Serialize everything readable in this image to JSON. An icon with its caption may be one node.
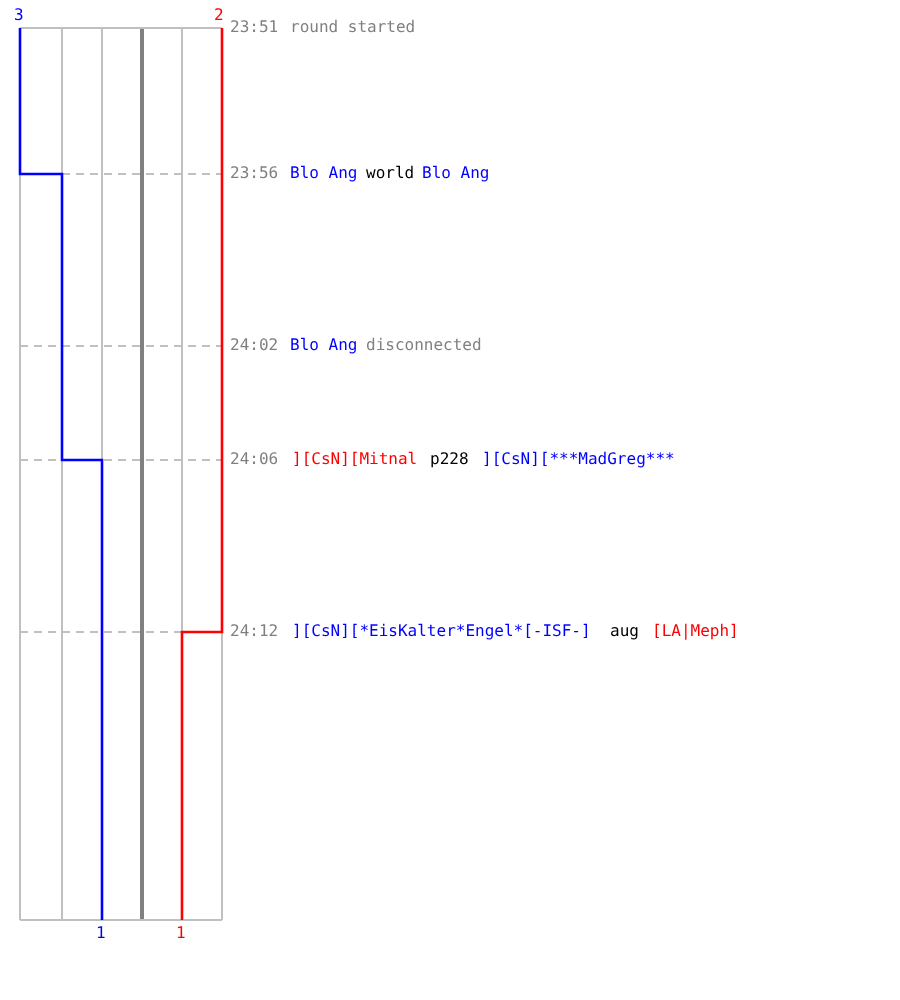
{
  "diagram": {
    "labels": [
      "3",
      "2",
      "23:51",
      "round started",
      "23:56",
      "Blo Ang",
      "world",
      "Blo Ang",
      "24:02",
      "Blo Ang",
      "disconnected",
      "24:06",
      "][CsN][Mitnal",
      "p228",
      "][CsN][***MadGreg***",
      "24:12",
      "][CsN][*EisKalter*Engel*[-ISF-]",
      "aug",
      "[LA|Meph]",
      "1",
      "1"
    ]
  }
}
